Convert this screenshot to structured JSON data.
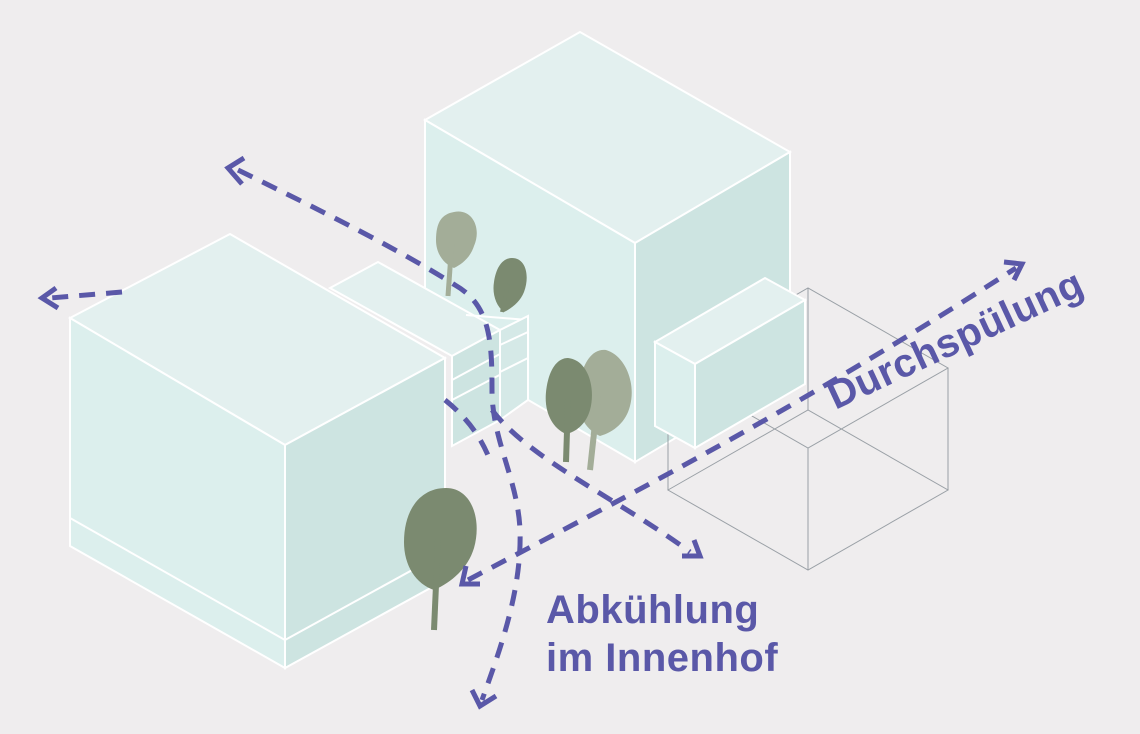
{
  "labels": {
    "cooling_line1": "Abkühlung",
    "cooling_line2": "im Innenhof",
    "flush": "Durchspülung"
  },
  "colors": {
    "background": "#efedee",
    "building_top": "#e4f0ef",
    "building_left": "#dcefed",
    "building_right": "#cde3e1",
    "building_edge": "#ffffff",
    "glass_outline": "#9aa0a6",
    "arrow": "#5a58a8",
    "tree_dark": "#7b8a70",
    "tree_light": "#a3ad98"
  }
}
